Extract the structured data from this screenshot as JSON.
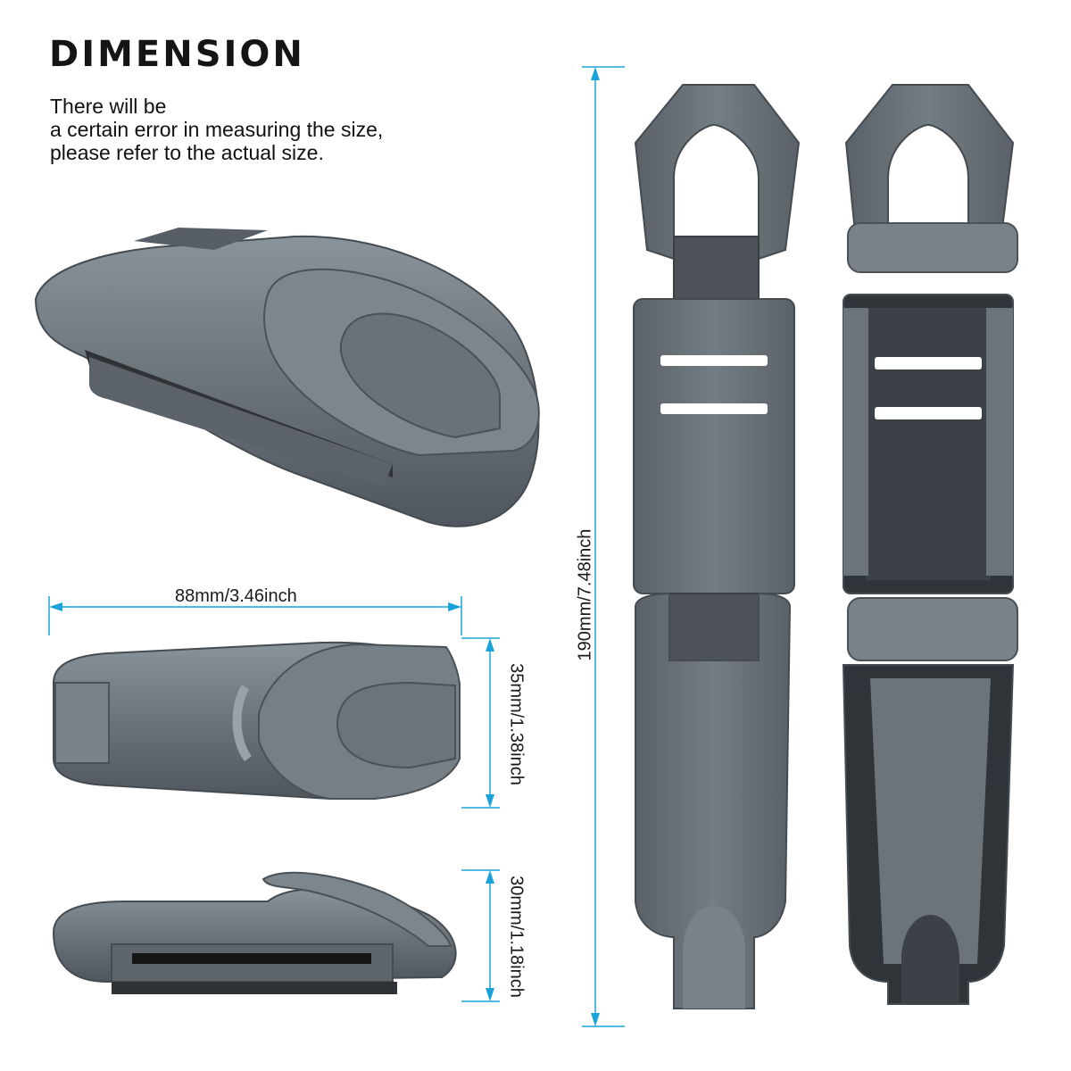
{
  "header": {
    "title": "DIMENSION",
    "note_lines": [
      "There will be",
      "a certain error in measuring the size,",
      "please refer to the actual size."
    ]
  },
  "dimensions": {
    "width": "88mm/3.46inch",
    "height_front": "35mm/1.38inch",
    "height_side": "30mm/1.18inch",
    "length_open": "190mm/7.48inch"
  },
  "colors": {
    "body": "#6b737b",
    "dimension_line": "#1aa3d8",
    "text": "#111111"
  }
}
